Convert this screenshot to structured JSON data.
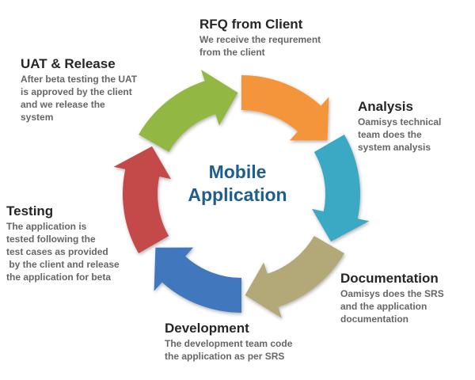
{
  "diagram": {
    "center": {
      "line1": "Mobile",
      "line2": "Application"
    },
    "steps": [
      {
        "id": "rfq",
        "title": "RFQ from Client",
        "desc": "We receive the requrement\nfrom the client",
        "color": "#f5953b"
      },
      {
        "id": "analysis",
        "title": "Analysis",
        "desc": "Oamisys technical\nteam does the\nsystem analysis",
        "color": "#3aa8c4"
      },
      {
        "id": "documentation",
        "title": "Documentation",
        "desc": "Oamisys does the SRS\nand the application\ndocumentation",
        "color": "#b2a878"
      },
      {
        "id": "development",
        "title": "Development",
        "desc": "The development team code\nthe application as per SRS",
        "color": "#3f77bd"
      },
      {
        "id": "testing",
        "title": "Testing",
        "desc": "The application is\ntested following the\ntest cases as provided\n by the client and release\nthe application for beta",
        "color": "#c44a48"
      },
      {
        "id": "uat",
        "title": "UAT & Release",
        "desc": "After beta testing the UAT\nis approved by the client\nand we release the\nsystem",
        "color": "#92b743"
      }
    ]
  }
}
